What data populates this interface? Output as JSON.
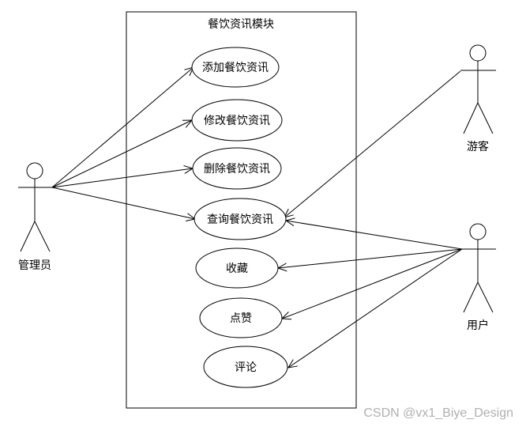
{
  "system": {
    "title": "餐饮资讯模块"
  },
  "actors": {
    "admin": {
      "label": "管理员"
    },
    "visitor": {
      "label": "游客"
    },
    "user": {
      "label": "用户"
    }
  },
  "use_cases": [
    {
      "label": "添加餐饮资讯"
    },
    {
      "label": "修改餐饮资讯"
    },
    {
      "label": "删除餐饮资讯"
    },
    {
      "label": "查询餐饮资讯"
    },
    {
      "label": "收藏"
    },
    {
      "label": "点赞"
    },
    {
      "label": "评论"
    }
  ],
  "watermark": "CSDN @vx1_Biye_Design"
}
